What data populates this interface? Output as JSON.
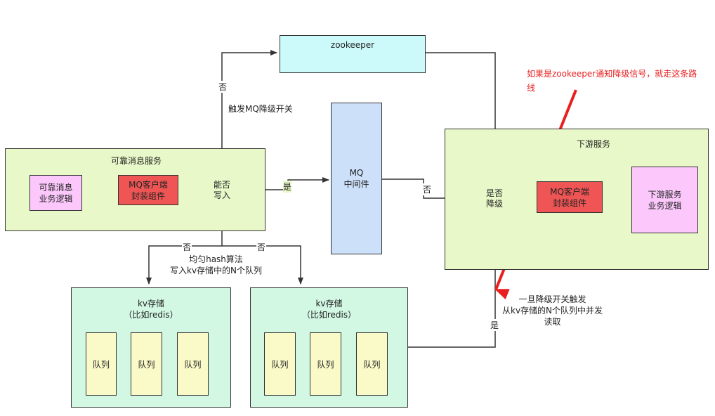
{
  "zookeeper": "zookeeper",
  "annotation": "如果是zookeeper通知降级信号，就走这条路\n线",
  "reliable": {
    "title": "可靠消息服务",
    "logic": "可靠消息\n业务逻辑",
    "client": "MQ客户端\n封装组件",
    "decision": "能否\n写入"
  },
  "mq": "MQ\n中间件",
  "downstream": {
    "title": "下游服务",
    "decision": "是否\n降级",
    "client": "MQ客户端\n封装组件",
    "logic": "下游服务\n业务逻辑"
  },
  "labels": {
    "no_top": "否",
    "trigger": "触发MQ降级开关",
    "yes_mid": "是",
    "no_mq": "否",
    "no_left": "否",
    "no_right": "否",
    "hash": "均匀hash算法\n写入kv存储中的N个队列",
    "yes_bottom": "是",
    "read": "一旦降级开关触发\n从kv存储的N个队列中并发\n读取"
  },
  "kv_left": {
    "title": "kv存储\n（比如redis）",
    "queues": [
      "队列",
      "队列",
      "队列"
    ]
  },
  "kv_right": {
    "title": "kv存储\n（比如redis）",
    "queues": [
      "队列",
      "队列",
      "队列"
    ]
  },
  "colors": {
    "group_bg": "#e8f8c8",
    "kv_bg": "#d2f8e4",
    "zk_bg": "#ccfafa",
    "mq_bg": "#cce0fa",
    "client_bg": "#f05555",
    "logic_bg": "#fcc8fc",
    "decision_bg": "#fde0cc",
    "queue_bg": "#fafac8",
    "annotation": "#e82020"
  }
}
